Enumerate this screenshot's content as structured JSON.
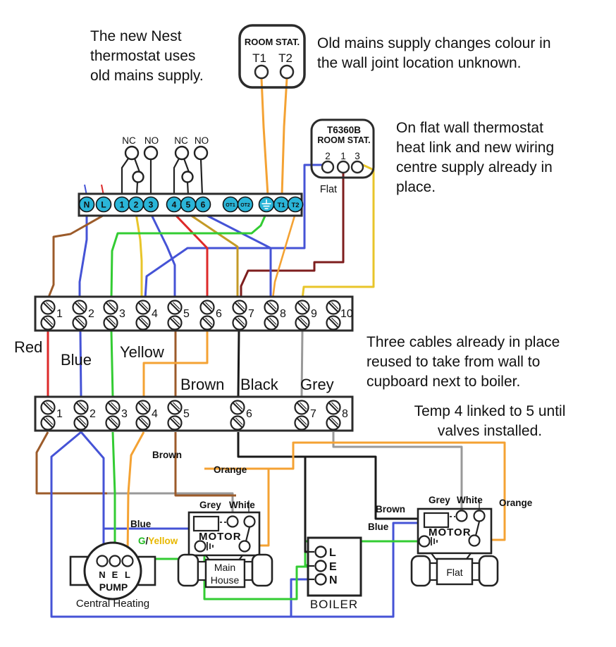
{
  "notes": {
    "nest": [
      "The new Nest",
      "thermostat uses",
      "old mains supply."
    ],
    "mains": [
      "Old mains supply changes colour in",
      "the wall joint location unknown."
    ],
    "flat_wall": [
      "On flat wall thermostat",
      "heat link and new wiring",
      "centre supply already in",
      "place."
    ],
    "cables": [
      "Three cables already in place",
      "reused to take from wall to",
      "cupboard next to boiler."
    ],
    "temp": [
      "Temp 4 linked to 5 until",
      "valves installed."
    ]
  },
  "cable_labels": {
    "red": "Red",
    "blue": "Blue",
    "yellow": "Yellow",
    "brown": "Brown",
    "black": "Black",
    "grey": "Grey"
  },
  "wire_labels": {
    "brown_mh": "Brown",
    "orange_mh": "Orange",
    "grey_mh": "Grey",
    "white_mh": "White",
    "blue_mh": "Blue",
    "g": "G",
    "slash": "/",
    "yellow_earth": "Yellow",
    "brown_flat": "Brown",
    "blue_flat": "Blue",
    "grey_flat": "Grey",
    "white_flat": "White",
    "orange_flat": "Orange"
  },
  "nest_stat": {
    "title": "ROOM STAT.",
    "t1": "T1",
    "t2": "T2"
  },
  "flat_stat": {
    "model": "T6360B",
    "title": "ROOM STAT.",
    "terminals": [
      "2",
      "1",
      "3"
    ],
    "caption": "Flat"
  },
  "heat_link": {
    "switch_labels": [
      "NC",
      "NO",
      "NC",
      "NO"
    ],
    "terminals": [
      "N",
      "L",
      "1",
      "2",
      "3",
      "4",
      "5",
      "6",
      "OT1",
      "OT2",
      "T1",
      "T2"
    ]
  },
  "junction_block_1": {
    "numbers": [
      "1",
      "2",
      "3",
      "4",
      "5",
      "6",
      "7",
      "8",
      "9",
      "10"
    ]
  },
  "junction_block_2": {
    "numbers": [
      "1",
      "2",
      "3",
      "4",
      "5",
      "6",
      "7",
      "8"
    ]
  },
  "motor_main": {
    "label": "MOTOR",
    "valve_line1": "Main",
    "valve_line2": "House"
  },
  "motor_flat": {
    "label": "MOTOR",
    "valve": "Flat"
  },
  "pump": {
    "n": "N",
    "e": "E",
    "l": "L",
    "label": "PUMP",
    "caption": "Central Heating"
  },
  "boiler": {
    "l": "L",
    "e": "E",
    "n": "N",
    "label": "BOILER"
  },
  "colors": {
    "orange": "#F4A233",
    "yellow": "#E8C52A",
    "dark_yellow": "#C49A26",
    "red": "#DD2A2A",
    "maroon": "#7E1E1E",
    "blue": "#4553D6",
    "green": "#33CC33",
    "brown": "#9C5B2A",
    "black_wire": "#1A1A1A",
    "grey": "#999999",
    "terminal_cyan": "#2AB5D8",
    "label_magenta": "#FF22CC",
    "label_brown_text": "#993333"
  }
}
